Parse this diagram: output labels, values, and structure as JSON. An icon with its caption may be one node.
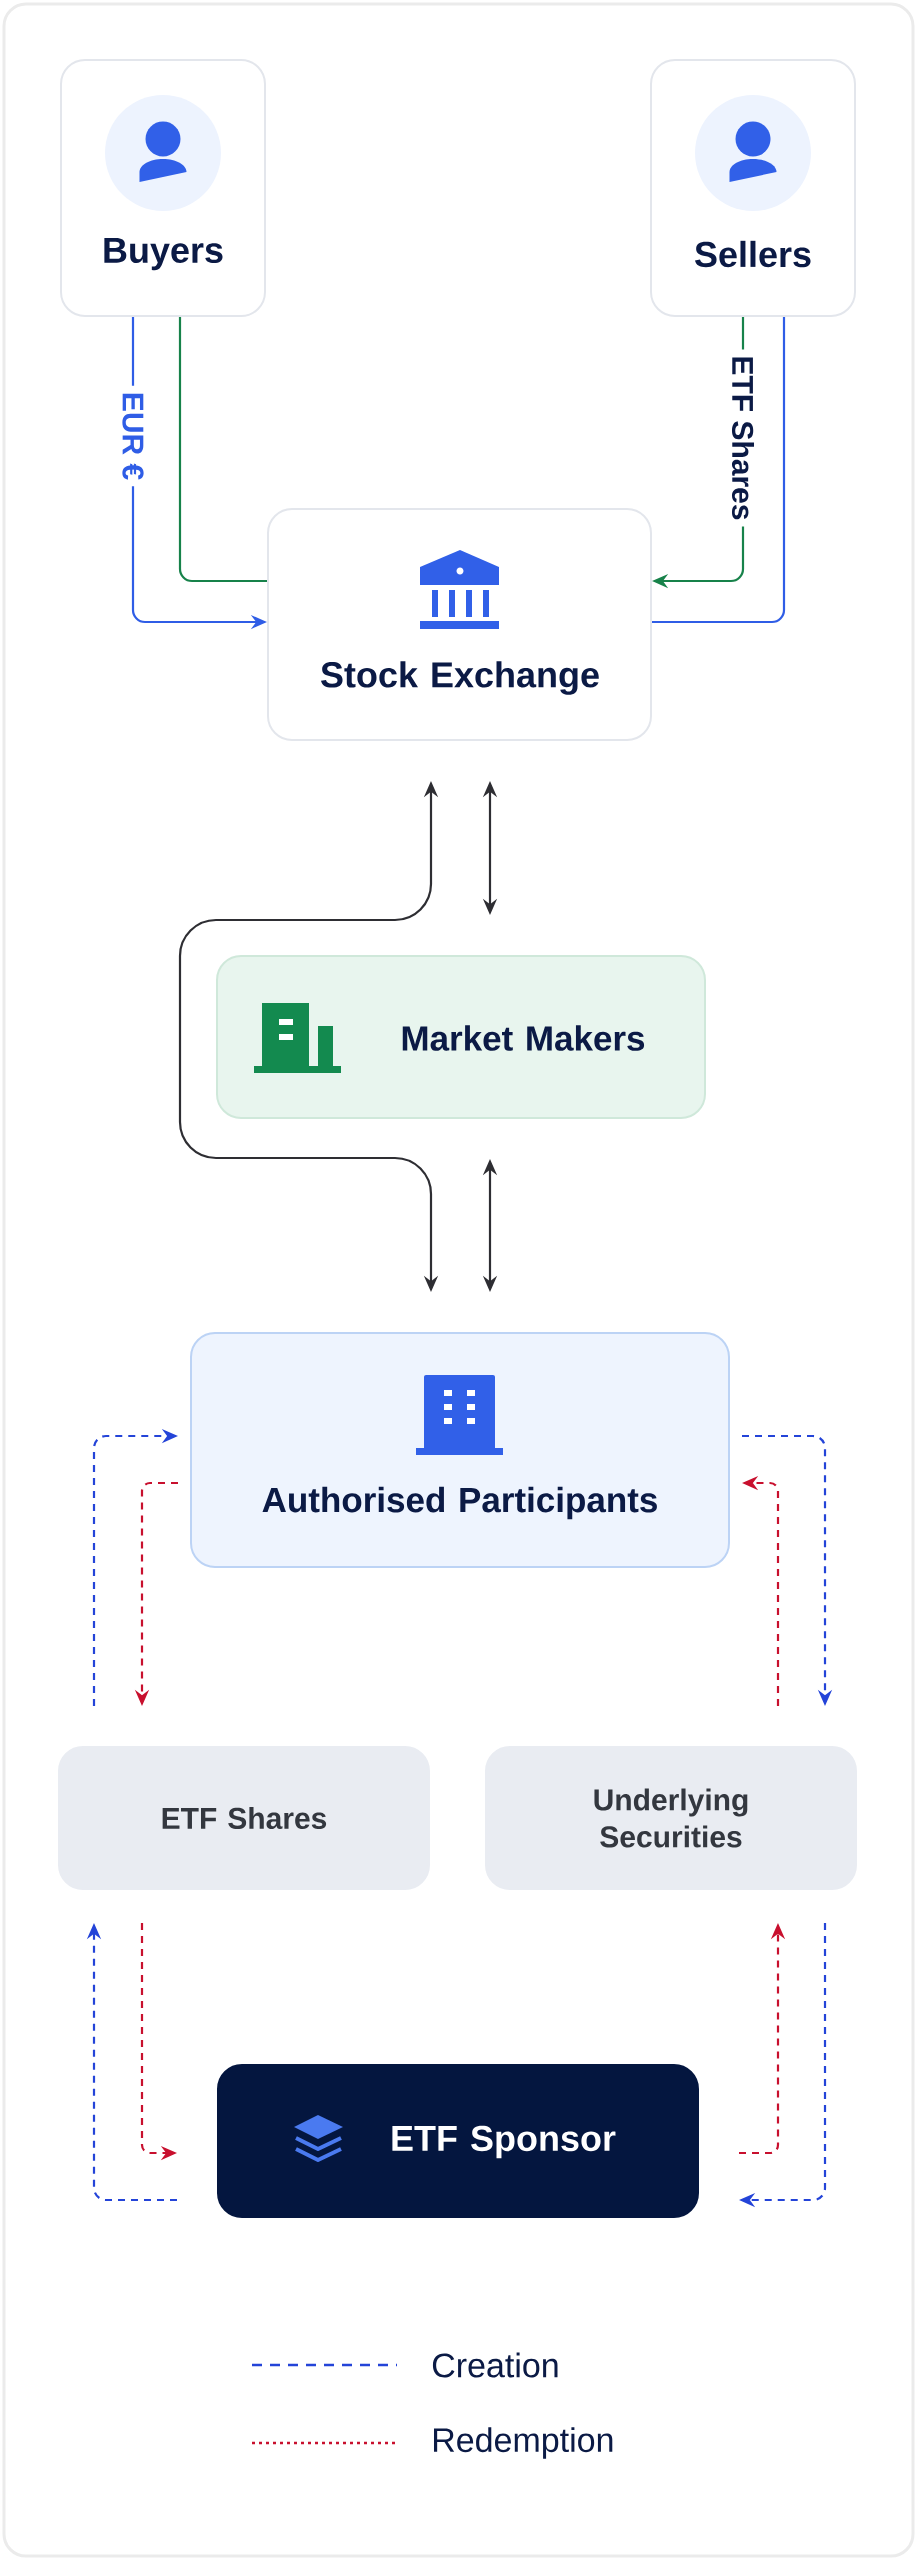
{
  "diagram": {
    "nodes": [
      {
        "text": [
          "Buyers"
        ]
      },
      {
        "text": [
          "Sellers"
        ]
      },
      {
        "text": [
          "Stock Exchange"
        ]
      },
      {
        "text": [
          "Market Makers"
        ]
      },
      {
        "text": [
          "Authorised Participants"
        ]
      },
      {
        "text": [
          "ETF Shares"
        ]
      },
      {
        "text": [
          "Underlying Securities"
        ]
      },
      {
        "text": [
          "ETF Sponsor"
        ]
      }
    ],
    "edges": [
      {
        "from": 0,
        "to": 2,
        "arrow": "to",
        "label": "EUR €",
        "color": "#2f5de6"
      },
      {
        "from": 0,
        "to": 2,
        "arrow": "none",
        "color": "#17824a"
      },
      {
        "from": 1,
        "to": 2,
        "arrow": "to",
        "label": "ETF Shares",
        "color": "#17824a"
      },
      {
        "from": 1,
        "to": 2,
        "arrow": "none",
        "color": "#2f5de6"
      },
      {
        "from": 2,
        "to": 4,
        "arrow": "both",
        "color": "#2e2e33"
      },
      {
        "from": 2,
        "to": 3,
        "arrow": "both",
        "color": "#2e2e33"
      },
      {
        "from": 3,
        "to": 4,
        "arrow": "both",
        "color": "#2e2e33"
      },
      {
        "from": 5,
        "to": 4,
        "arrow": "to",
        "style": "dashed",
        "color": "#2444d8"
      },
      {
        "from": 4,
        "to": 5,
        "arrow": "to",
        "style": "dashed",
        "color": "#c8102e"
      },
      {
        "from": 4,
        "to": 6,
        "arrow": "to",
        "style": "dashed",
        "color": "#2444d8"
      },
      {
        "from": 6,
        "to": 4,
        "arrow": "to",
        "style": "dashed",
        "color": "#c8102e"
      },
      {
        "from": 7,
        "to": 5,
        "arrow": "to",
        "style": "dashed",
        "color": "#2444d8"
      },
      {
        "from": 5,
        "to": 7,
        "arrow": "to",
        "style": "dashed",
        "color": "#c8102e"
      },
      {
        "from": 7,
        "to": 6,
        "arrow": "to",
        "style": "dashed",
        "color": "#c8102e"
      },
      {
        "from": 6,
        "to": 7,
        "arrow": "to",
        "style": "dashed",
        "color": "#2444d8"
      }
    ],
    "legend": [
      {
        "text": "Creation"
      },
      {
        "text": "Redemption"
      }
    ]
  }
}
